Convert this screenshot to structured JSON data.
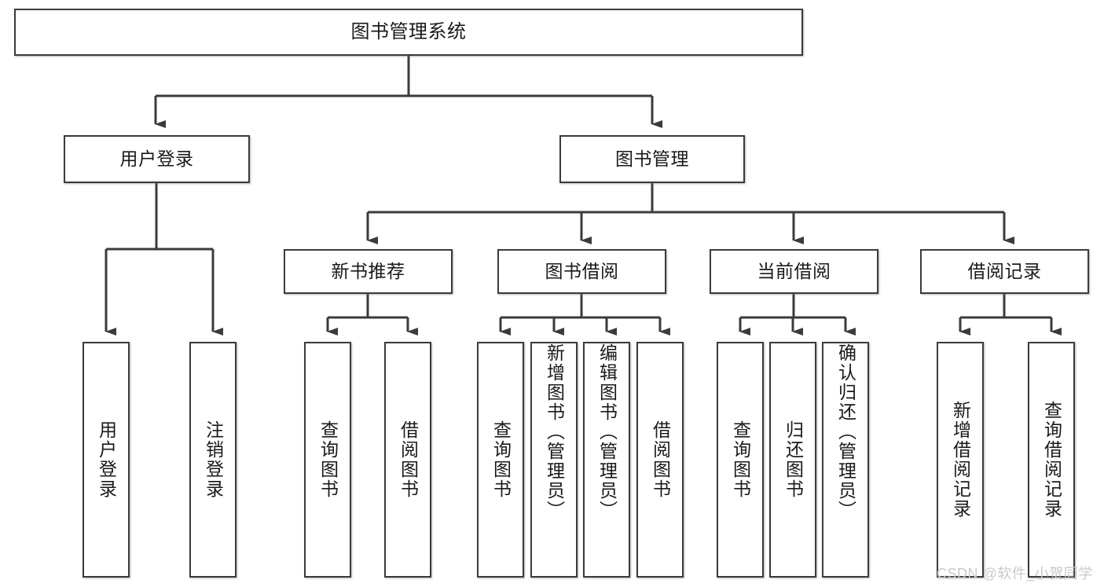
{
  "diagram": {
    "title": "图书管理系统",
    "style": {
      "border_color": "#3b3b3b",
      "box_fill": "#ffffff",
      "line_color": "#3b3b3b",
      "text_color": "#1a1a1a",
      "background": "#ffffff",
      "watermark_color": "#c9c9c9"
    },
    "root": {
      "label": "图书管理系统"
    },
    "level2": [
      {
        "label": "用户登录"
      },
      {
        "label": "图书管理"
      }
    ],
    "level3": [
      {
        "label": "新书推荐"
      },
      {
        "label": "图书借阅"
      },
      {
        "label": "当前借阅"
      },
      {
        "label": "借阅记录"
      }
    ],
    "leaves": {
      "user_login": [
        {
          "label": "用户登录"
        },
        {
          "label": "注销登录"
        }
      ],
      "new_book_recommend": [
        {
          "label": "查询图书"
        },
        {
          "label": "借阅图书"
        }
      ],
      "book_borrow": [
        {
          "label": "查询图书"
        },
        {
          "label": "新增图书（管理员）"
        },
        {
          "label": "编辑图书（管理员）"
        },
        {
          "label": "借阅图书"
        }
      ],
      "current_borrow": [
        {
          "label": "查询图书"
        },
        {
          "label": "归还图书"
        },
        {
          "label": "确认归还（管理员）"
        }
      ],
      "borrow_record": [
        {
          "label": "新增借阅记录"
        },
        {
          "label": "查询借阅记录"
        }
      ]
    }
  },
  "watermark": {
    "text": "CSDN @软件_小贺同学"
  }
}
